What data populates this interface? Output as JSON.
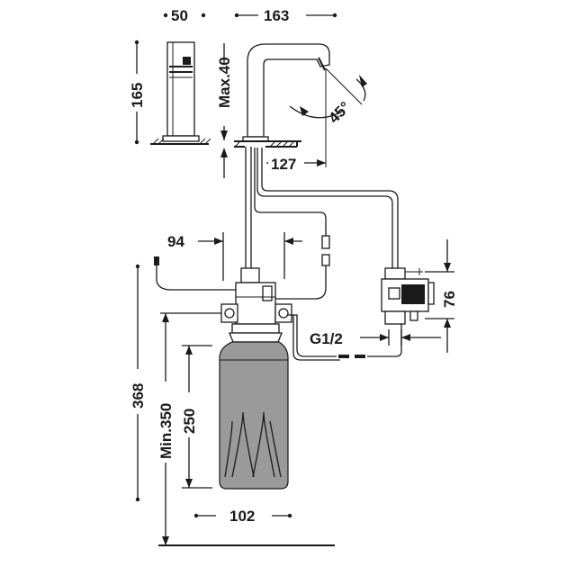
{
  "dimensions": {
    "width_spout_top": "50",
    "reach": "163",
    "height_top": "165",
    "max_deck": "Max.40",
    "angle": "45°",
    "offset": "127",
    "center_94": "94",
    "connection": "G1/2",
    "box_height": "76",
    "total_368": "368",
    "min_350": "Min.350",
    "bottle_250": "250",
    "bottle_width": "102"
  },
  "colors": {
    "line": "#1a1a1a",
    "bottle": "#9a9a9a",
    "background": "#ffffff"
  }
}
